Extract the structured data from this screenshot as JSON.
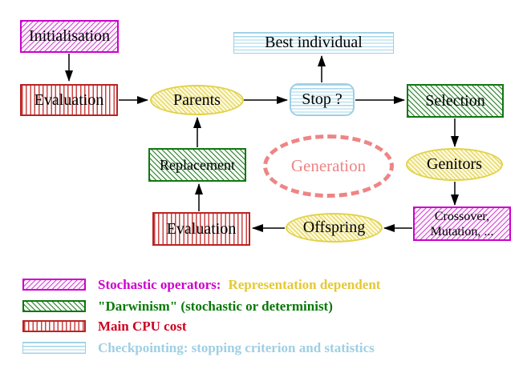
{
  "nodes": {
    "initialisation": {
      "label": "Initialisation",
      "pattern": "stochastic-magenta-diagonal"
    },
    "evaluation_top": {
      "label": "Evaluation",
      "pattern": "cpu-red-vertical"
    },
    "parents": {
      "label": "Parents",
      "pattern": "population-yellow-diagonal"
    },
    "best_individual": {
      "label": "Best individual",
      "pattern": "checkpointing-cyan-horizontal"
    },
    "stop": {
      "label": "Stop ?",
      "pattern": "checkpointing-cyan-horizontal"
    },
    "selection": {
      "label": "Selection",
      "pattern": "darwinism-green-diagonal"
    },
    "replacement": {
      "label": "Replacement",
      "pattern": "darwinism-green-diagonal"
    },
    "generation": {
      "label": "Generation",
      "pattern": "dashed-salmon-ellipse"
    },
    "genitors": {
      "label": "Genitors",
      "pattern": "population-yellow-diagonal"
    },
    "evaluation_bottom": {
      "label": "Evaluation",
      "pattern": "cpu-red-vertical"
    },
    "offspring": {
      "label": "Offspring",
      "pattern": "population-yellow-diagonal"
    },
    "crossover": {
      "lines": [
        "Crossover,",
        "Mutation, ..."
      ],
      "pattern": "stochastic-magenta-diagonal"
    }
  },
  "edges": [
    "initialisation->evaluation_top",
    "evaluation_top->parents",
    "parents->stop",
    "stop->best_individual",
    "stop->selection",
    "selection->genitors",
    "genitors->crossover",
    "crossover->offspring",
    "offspring->evaluation_bottom",
    "evaluation_bottom->replacement",
    "replacement->parents"
  ],
  "legend": [
    {
      "swatch": "stochastic-magenta-diagonal",
      "text": "Stochastic operators:",
      "text2": "Representation dependent"
    },
    {
      "swatch": "darwinism-green-diagonal",
      "text": "\"Darwinism\" (stochastic or determinist)"
    },
    {
      "swatch": "cpu-red-vertical",
      "text": "Main CPU cost"
    },
    {
      "swatch": "checkpointing-cyan-horizontal",
      "text": "Checkpointing: stopping criterion and statistics"
    }
  ],
  "colors": {
    "magenta": "#cc00cc",
    "dark_green": "#067806",
    "red_border": "#bb2222",
    "crimson_text": "#cc0022",
    "light_blue": "#9fcfe4",
    "yellow_border": "#e2d24a",
    "gold_text": "#e6c832",
    "salmon": "#ee8585",
    "arrow_black": "#000000"
  }
}
